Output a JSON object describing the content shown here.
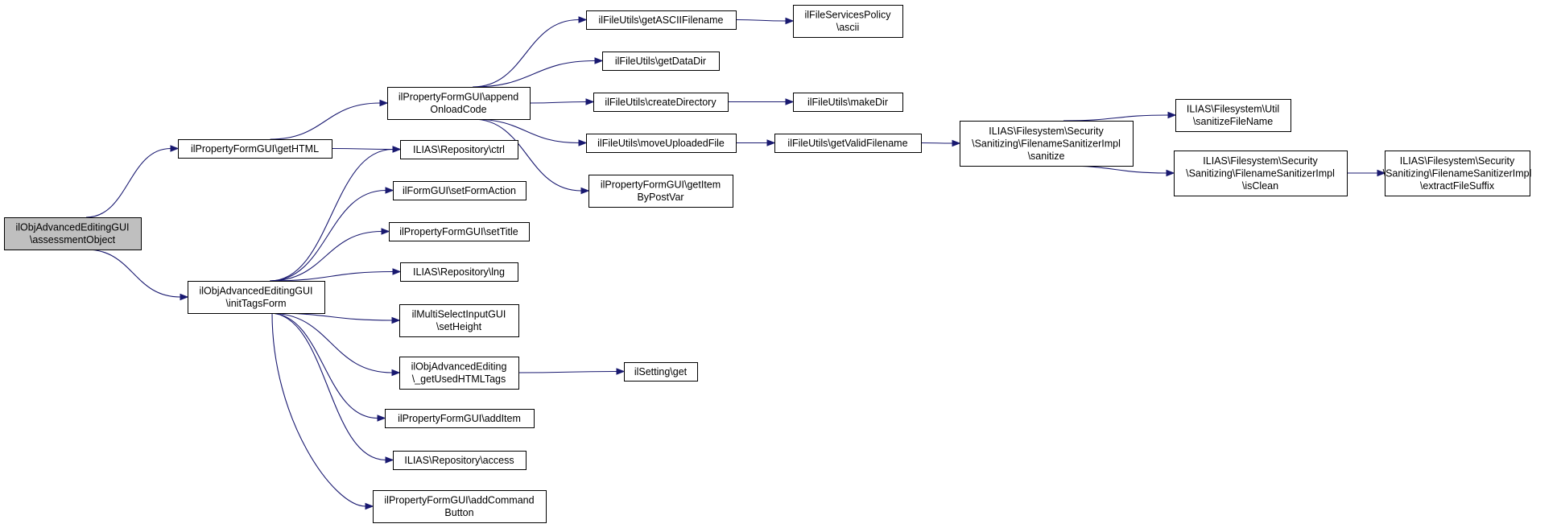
{
  "colors": {
    "edge": "#191970",
    "root_fill": "#bfbfbf",
    "node_fill": "#ffffff",
    "node_border": "#000000"
  },
  "nodes": [
    {
      "id": "assessment",
      "lines": [
        "ilObjAdvancedEditingGUI",
        "\\assessmentObject"
      ],
      "root": true
    },
    {
      "id": "getHTML",
      "lines": [
        "ilPropertyFormGUI\\getHTML"
      ]
    },
    {
      "id": "initTagsForm",
      "lines": [
        "ilObjAdvancedEditingGUI",
        "\\initTagsForm"
      ]
    },
    {
      "id": "appendOnload",
      "lines": [
        "ilPropertyFormGUI\\append",
        "OnloadCode"
      ]
    },
    {
      "id": "ctrl",
      "lines": [
        "ILIAS\\Repository\\ctrl"
      ]
    },
    {
      "id": "setFormAction",
      "lines": [
        "ilFormGUI\\setFormAction"
      ]
    },
    {
      "id": "setTitle",
      "lines": [
        "ilPropertyFormGUI\\setTitle"
      ]
    },
    {
      "id": "lng",
      "lines": [
        "ILIAS\\Repository\\lng"
      ]
    },
    {
      "id": "setHeight",
      "lines": [
        "ilMultiSelectInputGUI",
        "\\setHeight"
      ]
    },
    {
      "id": "getUsedHTMLTags",
      "lines": [
        "ilObjAdvancedEditing",
        "\\_getUsedHTMLTags"
      ]
    },
    {
      "id": "addItem",
      "lines": [
        "ilPropertyFormGUI\\addItem"
      ]
    },
    {
      "id": "access",
      "lines": [
        "ILIAS\\Repository\\access"
      ]
    },
    {
      "id": "addCommandButton",
      "lines": [
        "ilPropertyFormGUI\\addCommand",
        "Button"
      ]
    },
    {
      "id": "getASCIIFilename",
      "lines": [
        "ilFileUtils\\getASCIIFilename"
      ]
    },
    {
      "id": "getDataDir",
      "lines": [
        "ilFileUtils\\getDataDir"
      ]
    },
    {
      "id": "createDirectory",
      "lines": [
        "ilFileUtils\\createDirectory"
      ]
    },
    {
      "id": "moveUploadedFile",
      "lines": [
        "ilFileUtils\\moveUploadedFile"
      ]
    },
    {
      "id": "getItemByPostVar",
      "lines": [
        "ilPropertyFormGUI\\getItem",
        "ByPostVar"
      ]
    },
    {
      "id": "ascii",
      "lines": [
        "ilFileServicesPolicy",
        "\\ascii"
      ]
    },
    {
      "id": "makeDir",
      "lines": [
        "ilFileUtils\\makeDir"
      ]
    },
    {
      "id": "getValidFilename",
      "lines": [
        "ilFileUtils\\getValidFilename"
      ]
    },
    {
      "id": "settingGet",
      "lines": [
        "ilSetting\\get"
      ]
    },
    {
      "id": "sanitize",
      "lines": [
        "ILIAS\\Filesystem\\Security",
        "\\Sanitizing\\FilenameSanitizerImpl",
        "\\sanitize"
      ]
    },
    {
      "id": "sanitizeFileName",
      "lines": [
        "ILIAS\\Filesystem\\Util",
        "\\sanitizeFileName"
      ]
    },
    {
      "id": "isClean",
      "lines": [
        "ILIAS\\Filesystem\\Security",
        "\\Sanitizing\\FilenameSanitizerImpl",
        "\\isClean"
      ]
    },
    {
      "id": "extractFileSuffix",
      "lines": [
        "ILIAS\\Filesystem\\Security",
        "\\Sanitizing\\FilenameSanitizerImpl",
        "\\extractFileSuffix"
      ]
    }
  ],
  "edges": [
    {
      "from": "assessment",
      "to": "getHTML"
    },
    {
      "from": "assessment",
      "to": "initTagsForm"
    },
    {
      "from": "getHTML",
      "to": "appendOnload"
    },
    {
      "from": "getHTML",
      "to": "ctrl"
    },
    {
      "from": "initTagsForm",
      "to": "ctrl"
    },
    {
      "from": "initTagsForm",
      "to": "setFormAction"
    },
    {
      "from": "initTagsForm",
      "to": "setTitle"
    },
    {
      "from": "initTagsForm",
      "to": "lng"
    },
    {
      "from": "initTagsForm",
      "to": "setHeight"
    },
    {
      "from": "initTagsForm",
      "to": "getUsedHTMLTags"
    },
    {
      "from": "initTagsForm",
      "to": "addItem"
    },
    {
      "from": "initTagsForm",
      "to": "access"
    },
    {
      "from": "initTagsForm",
      "to": "addCommandButton"
    },
    {
      "from": "appendOnload",
      "to": "getASCIIFilename"
    },
    {
      "from": "appendOnload",
      "to": "getDataDir"
    },
    {
      "from": "appendOnload",
      "to": "createDirectory"
    },
    {
      "from": "appendOnload",
      "to": "moveUploadedFile"
    },
    {
      "from": "appendOnload",
      "to": "getItemByPostVar"
    },
    {
      "from": "getASCIIFilename",
      "to": "ascii"
    },
    {
      "from": "createDirectory",
      "to": "makeDir"
    },
    {
      "from": "moveUploadedFile",
      "to": "getValidFilename"
    },
    {
      "from": "getValidFilename",
      "to": "sanitize"
    },
    {
      "from": "getUsedHTMLTags",
      "to": "settingGet"
    },
    {
      "from": "sanitize",
      "to": "sanitizeFileName"
    },
    {
      "from": "sanitize",
      "to": "isClean"
    },
    {
      "from": "isClean",
      "to": "extractFileSuffix"
    }
  ]
}
